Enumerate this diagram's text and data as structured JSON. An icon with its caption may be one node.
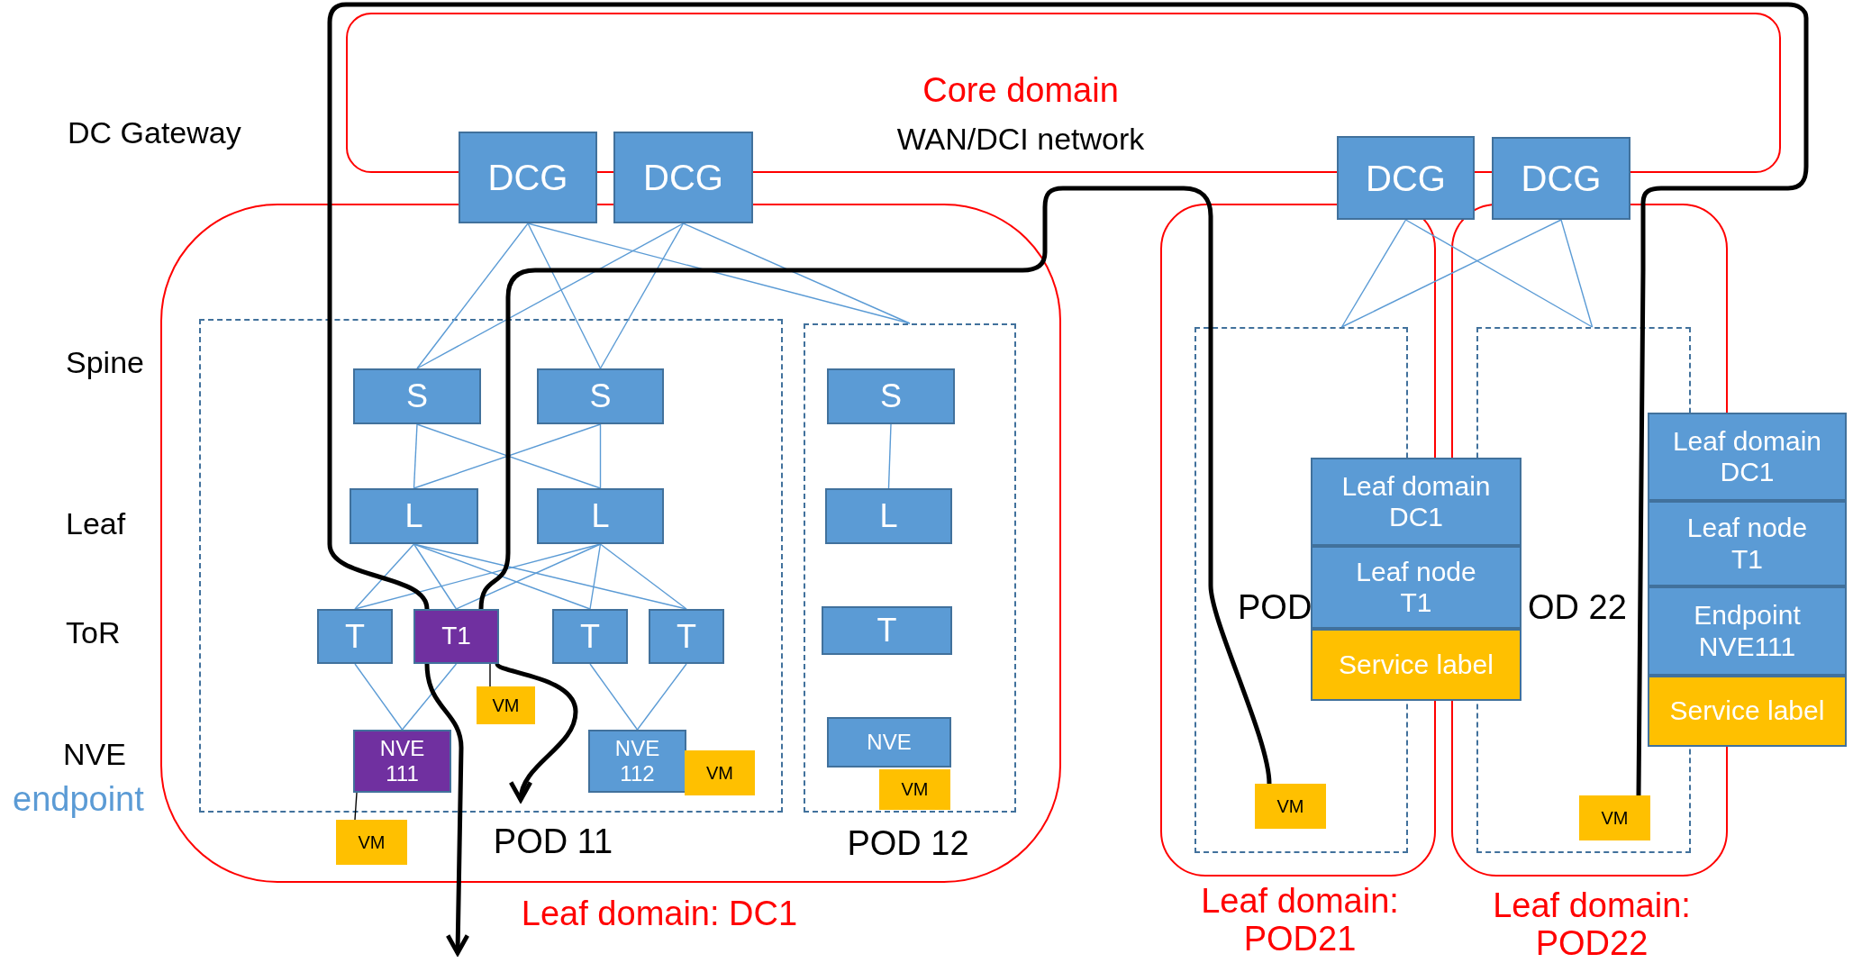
{
  "diagram": {
    "nodes": [
      {
        "text": [
          "Core domain",
          "WAN/DCI network"
        ]
      },
      {
        "text": [
          "DCG"
        ]
      },
      {
        "text": [
          "DCG"
        ]
      },
      {
        "text": [
          "DCG"
        ]
      },
      {
        "text": [
          "DCG"
        ]
      },
      {
        "text": [
          "Leaf domain: DC1"
        ]
      },
      {
        "text": [
          "POD 11"
        ],
        "in": 5
      },
      {
        "text": [
          "S"
        ],
        "in": 6
      },
      {
        "text": [
          "S"
        ],
        "in": 6
      },
      {
        "text": [
          "L"
        ],
        "in": 6
      },
      {
        "text": [
          "L"
        ],
        "in": 6
      },
      {
        "text": [
          "T"
        ],
        "in": 6
      },
      {
        "text": [
          "T1"
        ],
        "in": 6
      },
      {
        "text": [
          "T"
        ],
        "in": 6
      },
      {
        "text": [
          "T"
        ],
        "in": 6
      },
      {
        "text": [
          "VM"
        ],
        "in": 6
      },
      {
        "text": [
          "NVE 111"
        ],
        "in": 6
      },
      {
        "text": [
          "NVE 112"
        ],
        "in": 6
      },
      {
        "text": [
          "VM"
        ],
        "in": 6
      },
      {
        "text": [
          "VM"
        ],
        "in": 5
      },
      {
        "text": [
          "POD 12"
        ],
        "in": 5
      },
      {
        "text": [
          "S"
        ],
        "in": 20
      },
      {
        "text": [
          "L"
        ],
        "in": 20
      },
      {
        "text": [
          "T"
        ],
        "in": 20
      },
      {
        "text": [
          "NVE"
        ],
        "in": 20
      },
      {
        "text": [
          "VM"
        ],
        "in": 20
      },
      {
        "text": [
          "Leaf domain: POD21"
        ]
      },
      {
        "text": [
          "POD"
        ],
        "in": 26
      },
      {
        "text": [
          "VM"
        ],
        "in": 27
      },
      {
        "text": [
          "Leaf domain: POD22"
        ]
      },
      {
        "text": [
          "OD 22"
        ],
        "in": 29
      },
      {
        "text": [
          "VM"
        ],
        "in": 30
      },
      {
        "text": [
          "Leaf domain DC1"
        ]
      },
      {
        "text": [
          "Leaf node T1"
        ]
      },
      {
        "text": [
          "Service label"
        ]
      },
      {
        "text": [
          "Leaf domain DC1"
        ]
      },
      {
        "text": [
          "Leaf node T1"
        ]
      },
      {
        "text": [
          "Endpoint NVE111"
        ]
      },
      {
        "text": [
          "Service label"
        ]
      }
    ],
    "edges": [
      {
        "from": 1,
        "to": 7,
        "arrow": "none"
      },
      {
        "from": 1,
        "to": 8,
        "arrow": "none"
      },
      {
        "from": 1,
        "to": 20,
        "arrow": "none"
      },
      {
        "from": 2,
        "to": 7,
        "arrow": "none"
      },
      {
        "from": 2,
        "to": 8,
        "arrow": "none"
      },
      {
        "from": 2,
        "to": 20,
        "arrow": "none"
      },
      {
        "from": 7,
        "to": 9,
        "arrow": "none"
      },
      {
        "from": 7,
        "to": 10,
        "arrow": "none"
      },
      {
        "from": 8,
        "to": 9,
        "arrow": "none"
      },
      {
        "from": 8,
        "to": 10,
        "arrow": "none"
      },
      {
        "from": 9,
        "to": 11,
        "arrow": "none"
      },
      {
        "from": 9,
        "to": 12,
        "arrow": "none"
      },
      {
        "from": 9,
        "to": 13,
        "arrow": "none"
      },
      {
        "from": 9,
        "to": 14,
        "arrow": "none"
      },
      {
        "from": 10,
        "to": 11,
        "arrow": "none"
      },
      {
        "from": 10,
        "to": 12,
        "arrow": "none"
      },
      {
        "from": 10,
        "to": 13,
        "arrow": "none"
      },
      {
        "from": 10,
        "to": 14,
        "arrow": "none"
      },
      {
        "from": 11,
        "to": 16,
        "arrow": "none"
      },
      {
        "from": 12,
        "to": 16,
        "arrow": "none"
      },
      {
        "from": 13,
        "to": 17,
        "arrow": "none"
      },
      {
        "from": 14,
        "to": 17,
        "arrow": "none"
      },
      {
        "from": 12,
        "to": 15,
        "arrow": "none",
        "color": "#000000"
      },
      {
        "from": 16,
        "to": 19,
        "arrow": "none",
        "color": "#000000"
      },
      {
        "from": 21,
        "to": 22,
        "arrow": "none"
      },
      {
        "from": 3,
        "to": 27,
        "arrow": "none"
      },
      {
        "from": 3,
        "to": 30,
        "arrow": "none"
      },
      {
        "from": 4,
        "to": 27,
        "arrow": "none"
      },
      {
        "from": 4,
        "to": 30,
        "arrow": "none"
      },
      {
        "from": 28,
        "to": 12,
        "arrow": "none",
        "style": "thick",
        "color": "#000000"
      },
      {
        "from": 31,
        "to": 12,
        "arrow": "none",
        "style": "thick",
        "color": "#000000"
      },
      {
        "from": 12,
        "to": null,
        "arrow": "to",
        "style": "thick",
        "color": "#000000"
      },
      {
        "from": 12,
        "to": null,
        "arrow": "to",
        "style": "thick",
        "color": "#000000"
      }
    ],
    "labels": [
      "DC Gateway",
      "Spine",
      "Leaf",
      "ToR",
      "NVE",
      "endpoint"
    ]
  }
}
